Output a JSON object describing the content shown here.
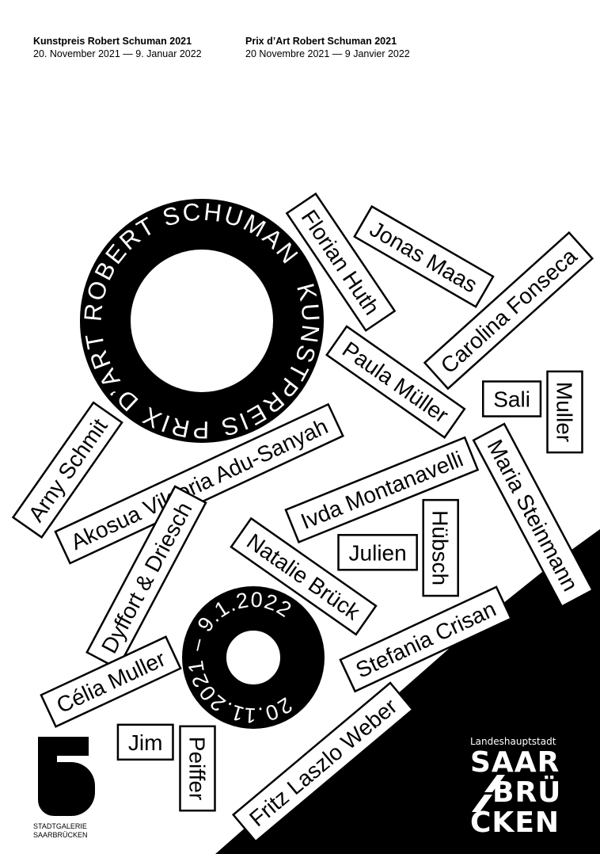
{
  "header": {
    "de_title": "Kunstpreis Robert Schuman 2021",
    "de_dates": "20. November 2021 — 9. Januar 2022",
    "fr_title": "Prix d’Art Robert Schuman 2021",
    "fr_dates": "20 Novembre 2021 — 9 Janvier 2022"
  },
  "big_ring_text": "KUNSTPREIS PRIX D’ART ROBERT SCHUMAN",
  "small_ring_text": "20.11.2021 – 9.1.2022",
  "artists": [
    {
      "name": "Florian Huth"
    },
    {
      "name": "Jonas Maas"
    },
    {
      "name": "Carolina Fonseca"
    },
    {
      "name": "Sali"
    },
    {
      "name": "Muller"
    },
    {
      "name": "Paula Müller"
    },
    {
      "name": "Arny Schmit"
    },
    {
      "name": "Akosua Viktoria Adu-Sanyah"
    },
    {
      "name": "Ivda Montanavelli"
    },
    {
      "name": "Maria Steinmann"
    },
    {
      "name": "Julien"
    },
    {
      "name": "Hübsch"
    },
    {
      "name": "Natalie Brück"
    },
    {
      "name": "Dyffort & Driesch"
    },
    {
      "name": "Stefania Crisan"
    },
    {
      "name": "Célia Muller"
    },
    {
      "name": "Jim"
    },
    {
      "name": "Peiffer"
    },
    {
      "name": "Fritz Laszlo Weber"
    }
  ],
  "stadtgalerie": {
    "line1": "STADTGALERIE",
    "line2": "SAARBRÜCKEN"
  },
  "saarbruecken": {
    "top": "Landeshauptstadt",
    "l1": "SAAR",
    "l2": "BRÜ",
    "l3": "CKEN"
  }
}
